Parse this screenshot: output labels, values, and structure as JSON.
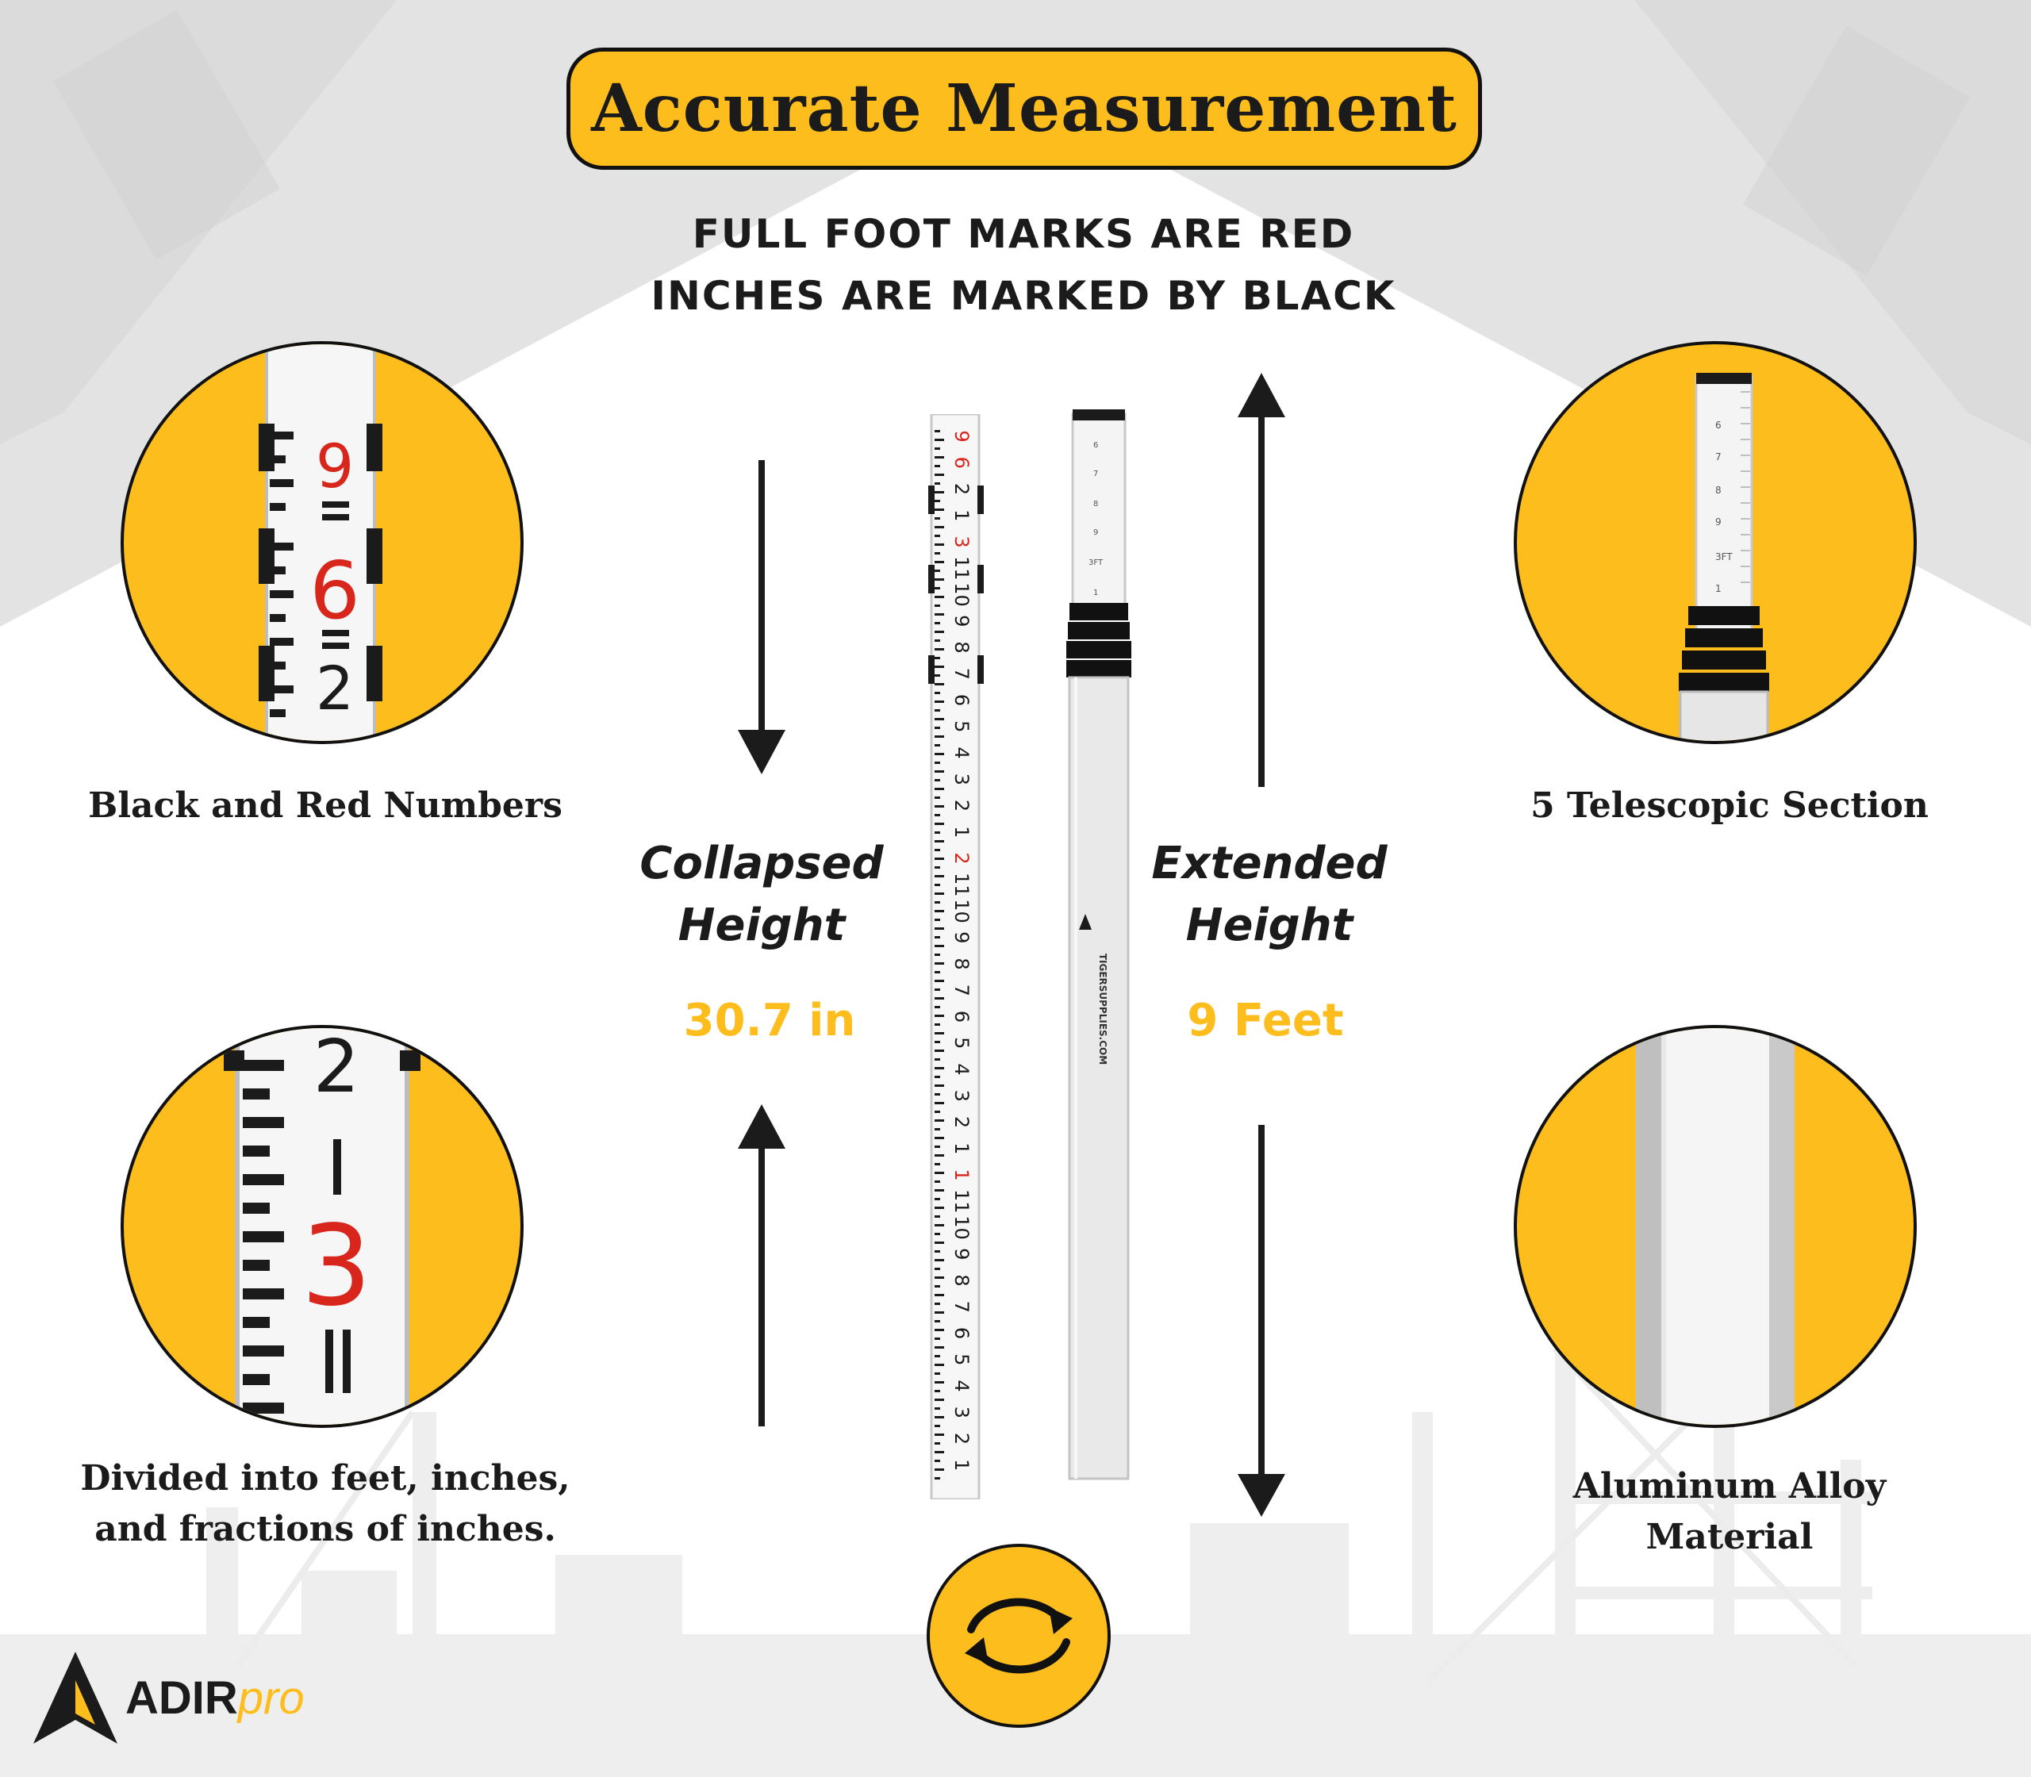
{
  "title": "Accurate Measurement",
  "subtitle_line1": "FULL FOOT MARKS ARE RED",
  "subtitle_line2": "INCHES ARE MARKED BY BLACK",
  "features": {
    "black_red": "Black and Red Numbers",
    "telescopic": "5 Telescopic Section",
    "divided_line1": "Divided into feet, inches,",
    "divided_line2": "and fractions of inches.",
    "aluminum_line1": "Aluminum Alloy",
    "aluminum_line2": "Material"
  },
  "collapsed": {
    "label_line1": "Collapsed",
    "label_line2": "Height",
    "value": "30.7 in"
  },
  "extended": {
    "label_line1": "Extended",
    "label_line2": "Height",
    "value": "9 Feet"
  },
  "logo": {
    "main": "ADIR",
    "suffix": "pro"
  },
  "rod": {
    "foot_mark": "3FT",
    "brand_text": "TIGERSUPPLIES.COM"
  },
  "colors": {
    "accent": "#fdbd1d",
    "dark": "#1b1b1b",
    "red": "#d9261c"
  }
}
